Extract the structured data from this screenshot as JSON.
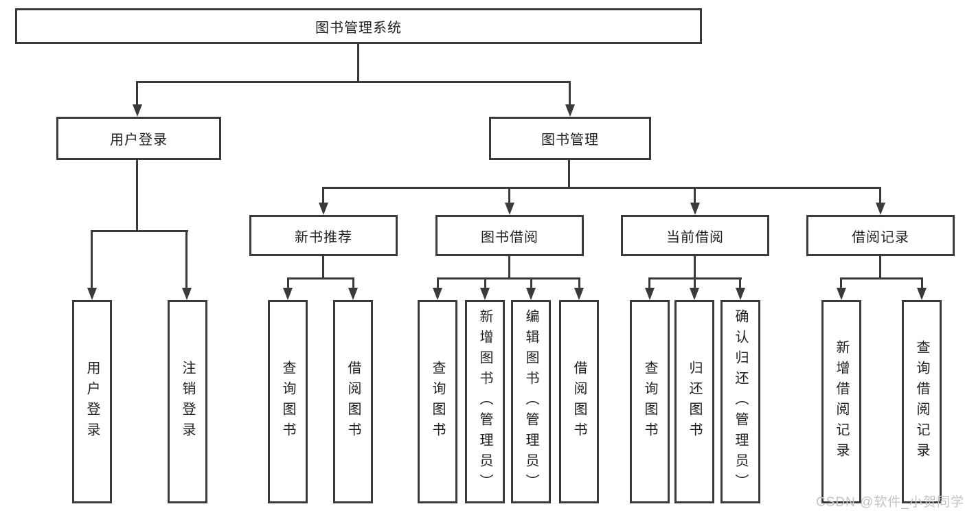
{
  "diagram": {
    "root": {
      "label": "图书管理系统"
    },
    "user_login": {
      "label": "用户登录",
      "children": [
        {
          "label": "用户登录"
        },
        {
          "label": "注销登录"
        }
      ]
    },
    "book_management": {
      "label": "图书管理",
      "new_books": {
        "label": "新书推荐",
        "children": [
          {
            "label": "查询图书"
          },
          {
            "label": "借阅图书"
          }
        ]
      },
      "borrowing": {
        "label": "图书借阅",
        "children": [
          {
            "label": "查询图书"
          },
          {
            "label": "新增图书（管理员）"
          },
          {
            "label": "编辑图书（管理员）"
          },
          {
            "label": "借阅图书"
          }
        ]
      },
      "current_borrowing": {
        "label": "当前借阅",
        "children": [
          {
            "label": "查询图书"
          },
          {
            "label": "归还图书"
          },
          {
            "label": "确认归还（管理员）"
          }
        ]
      },
      "borrowing_records": {
        "label": "借阅记录",
        "children": [
          {
            "label": "新增借阅记录"
          },
          {
            "label": "查询借阅记录"
          }
        ]
      }
    },
    "watermark": {
      "label": "CSDN @软件_小贺同学"
    },
    "colors": {
      "line": "#3a3a3a",
      "text": "#1f1f1f",
      "watermark": "#c4c4c4",
      "background": "#ffffff"
    }
  }
}
